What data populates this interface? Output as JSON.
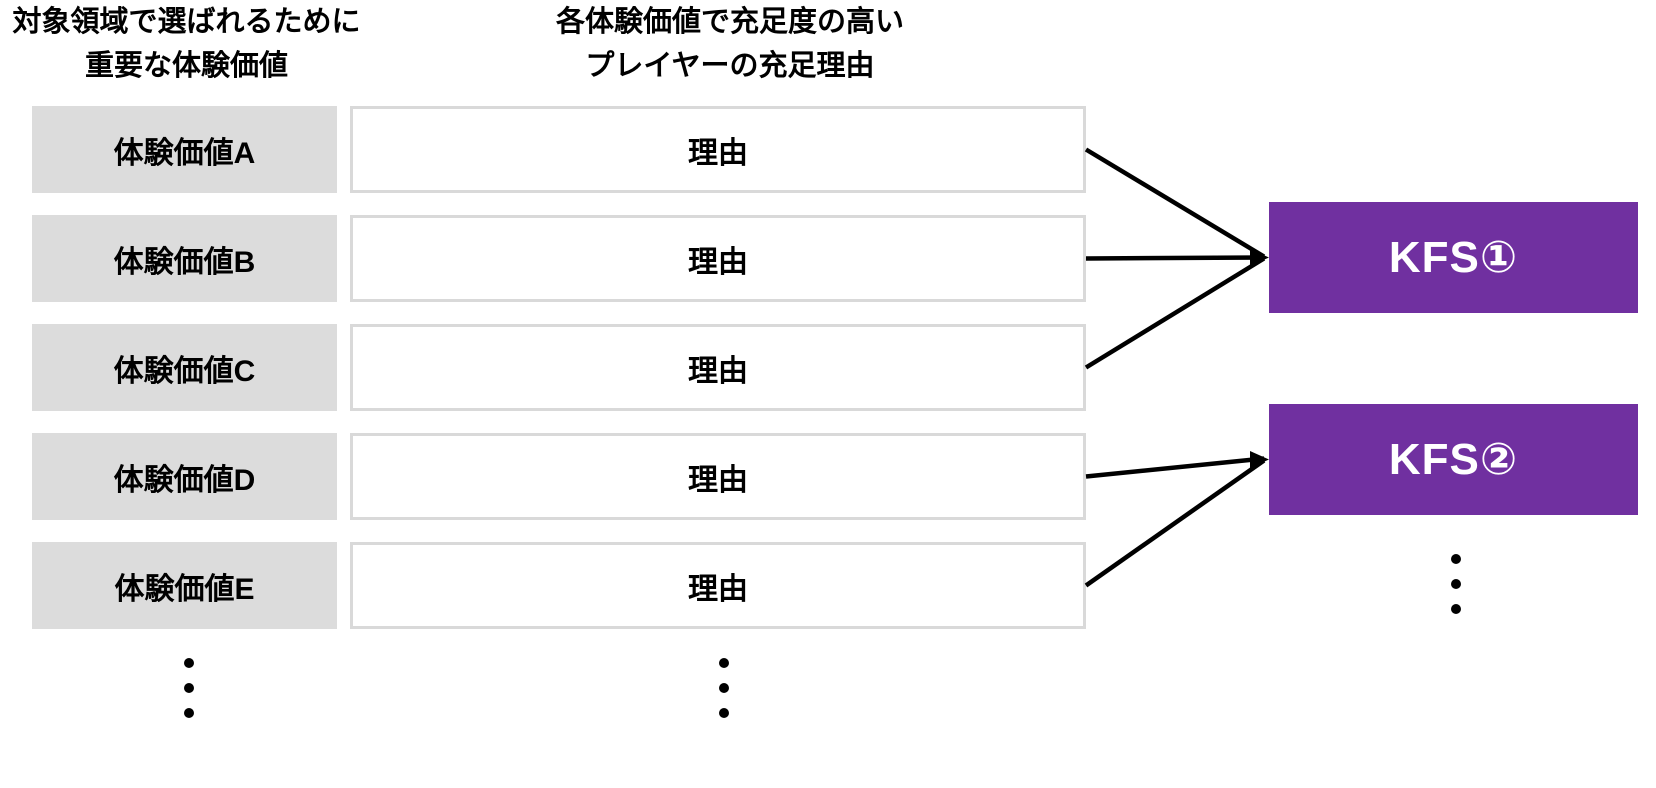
{
  "headers": {
    "left_column": {
      "line1": "対象領域で選ばれるために",
      "line2": "重要な体験価値"
    },
    "middle_column": {
      "line1": "各体験価値で充足度の高い",
      "line2": "プレイヤーの充足理由"
    }
  },
  "rows": [
    {
      "experience_value": "体験価値A",
      "reason": "理由"
    },
    {
      "experience_value": "体験価値B",
      "reason": "理由"
    },
    {
      "experience_value": "体験価値C",
      "reason": "理由"
    },
    {
      "experience_value": "体験価値D",
      "reason": "理由"
    },
    {
      "experience_value": "体験価値E",
      "reason": "理由"
    }
  ],
  "kfs": [
    {
      "label": "KFS①"
    },
    {
      "label": "KFS②"
    }
  ],
  "connections": [
    {
      "from_rows": [
        "体験価値A",
        "体験価値B",
        "体験価値C"
      ],
      "to": "KFS①"
    },
    {
      "from_rows": [
        "体験価値D",
        "体験価値E"
      ],
      "to": "KFS②"
    }
  ],
  "icons": {
    "vertical_ellipsis": "three-dot more-items indicator (shown under left column, middle column and KFS② box)"
  },
  "colors": {
    "kfs_purple": "#7030A0",
    "experience_box_gray": "#DCDCDC",
    "reason_box_border_gray": "#D9D9D9",
    "connector_black": "#000000",
    "text_black": "#000000",
    "kfs_text_white": "#FFFFFF",
    "background_white": "#FFFFFF"
  }
}
